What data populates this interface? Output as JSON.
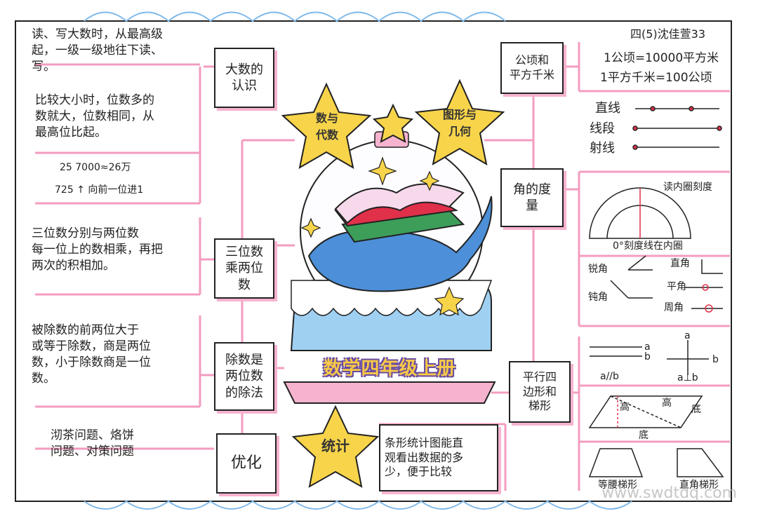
{
  "header_tag": "四(5)沈佳萱33",
  "center": {
    "title": "数学四年级上册",
    "star_left": "数与\n代数",
    "star_right": "图形与\n几何",
    "star_bottom": "统计"
  },
  "left": {
    "topic1": "大数的\n认识",
    "topic1_note1": "读、写大数时，从最高级\n起，一级一级地往下读、\n写。",
    "topic1_note2": "比较大小时，位数多的\n数就大，位数相同，从\n最高位比起。",
    "topic1_ex1": "25  7000≈26万",
    "topic1_ex2": "725 ↑ 向前一位进1",
    "topic2": "三位数\n乘两位\n数",
    "topic2_note": "三位数分别与两位数\n每一位上的数相乘，再把\n两次的积相加。",
    "topic3": "除数是\n两位数\n的除法",
    "topic3_note": "被除数的前两位大于\n或等于除数，商是两位\n数，小于除数商是一位\n数。",
    "topic4": "优化",
    "topic4_note": "沏茶问题、烙饼\n问题、对策问题"
  },
  "right": {
    "topic1": "公顷和\n平方千米",
    "topic1_note1": "1公顷=10000平方米",
    "topic1_note2": "1平方千米=100公顷",
    "lines": [
      "直线",
      "线段",
      "射线"
    ],
    "topic2": "角的度\n量",
    "protractor_note": "读内圈刻度",
    "protractor_note2": "0°刻度线在内圈",
    "angles": [
      "锐角",
      "直角",
      "钝角",
      "平角",
      "周角"
    ],
    "topic3": "平行四\n边形和\n梯形",
    "parallel_label": "a//b",
    "perp_label": "a⊥b",
    "labels": {
      "a": "a",
      "b": "b",
      "height": "高",
      "base": "底"
    },
    "trap1": "等腰梯形",
    "trap2": "直角梯形",
    "stats_note": "条形统计图能直\n观看出数据的多\n少，便于比较"
  },
  "watermark": "www.swdtdq.com",
  "colors": {
    "pink": "#f6b3cf",
    "star": "#f7d44a",
    "blue": "#7fb9ea",
    "dark": "#222222"
  }
}
